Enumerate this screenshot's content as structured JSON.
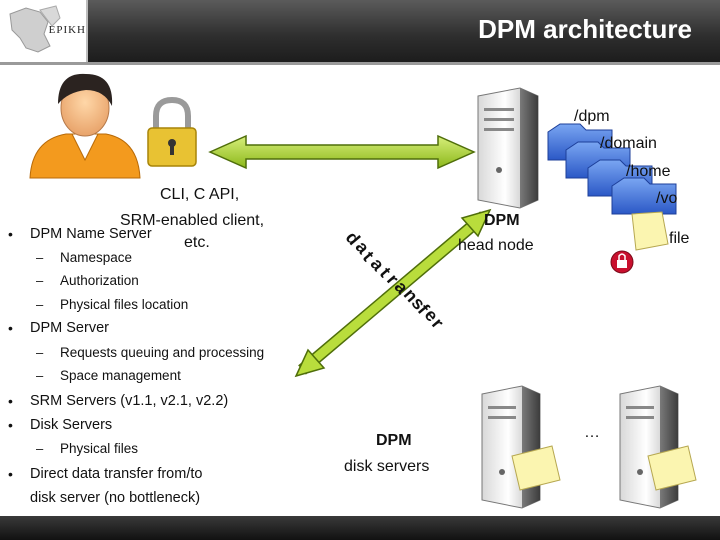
{
  "header": {
    "title": "DPM architecture",
    "logo_text": "EPIKH"
  },
  "diagram": {
    "client_label_1": "CLI, C API,",
    "client_label_2": "SRM-enabled client,",
    "client_label_3": "etc.",
    "head_node_label_1": "DPM",
    "head_node_label_2": "head node",
    "namespace_paths": [
      "/dpm",
      "/domain",
      "/home",
      "/vo",
      "file"
    ],
    "transfer_label": [
      "d",
      "a",
      "t",
      "a",
      "t",
      "r",
      "a",
      "n",
      "s",
      "f",
      "e",
      "r"
    ],
    "disk_servers_label_1": "DPM",
    "disk_servers_label_2": "disk servers",
    "ellipsis": "…"
  },
  "bullets": [
    {
      "level": 1,
      "text": "DPM Name Server"
    },
    {
      "level": 2,
      "text": "Namespace"
    },
    {
      "level": 2,
      "text": "Authorization"
    },
    {
      "level": 2,
      "text": "Physical files location"
    },
    {
      "level": 1,
      "text": "DPM Server"
    },
    {
      "level": 2,
      "text": "Requests queuing and processing"
    },
    {
      "level": 2,
      "text": "Space management"
    },
    {
      "level": 1,
      "text": "SRM Servers (v1.1, v2.1, v2.2)"
    },
    {
      "level": 1,
      "text": "Disk Servers"
    },
    {
      "level": 2,
      "text": "Physical files"
    },
    {
      "level": 1,
      "text": "Direct data transfer from/to"
    },
    {
      "level": 0,
      "text": "disk server (no bottleneck)"
    }
  ],
  "colors": {
    "arrow": "#a8d12a",
    "arrow_stroke": "#4f6e0a",
    "folder": "#3b6fd8",
    "note": "#fbf5b0",
    "lock": "#e8c233"
  }
}
